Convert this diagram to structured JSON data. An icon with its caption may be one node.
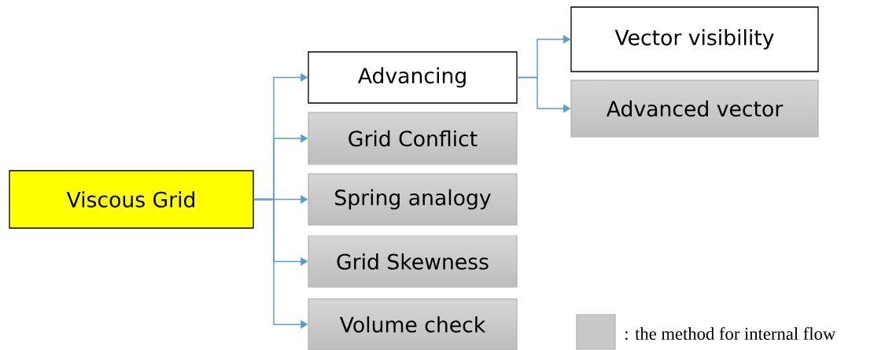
{
  "diagram": {
    "nodes": [
      {
        "text": [
          "Viscous Grid"
        ]
      },
      {
        "text": [
          "Advancing"
        ]
      },
      {
        "text": [
          "Grid Conflict"
        ]
      },
      {
        "text": [
          "Spring analogy"
        ]
      },
      {
        "text": [
          "Grid Skewness"
        ]
      },
      {
        "text": [
          "Volume check"
        ]
      },
      {
        "text": [
          "Vector visibility"
        ]
      },
      {
        "text": [
          "Advanced vector"
        ]
      }
    ],
    "edges": [
      {
        "from": 0,
        "to": 1,
        "arrow": "to"
      },
      {
        "from": 0,
        "to": 2,
        "arrow": "to"
      },
      {
        "from": 0,
        "to": 3,
        "arrow": "to"
      },
      {
        "from": 0,
        "to": 4,
        "arrow": "to"
      },
      {
        "from": 0,
        "to": 5,
        "arrow": "to"
      },
      {
        "from": 1,
        "to": 6,
        "arrow": "to"
      },
      {
        "from": 1,
        "to": 7,
        "arrow": "to"
      }
    ],
    "legend": [
      {
        "text": ": the method for internal flow",
        "color": "#c8c8c8"
      }
    ]
  }
}
